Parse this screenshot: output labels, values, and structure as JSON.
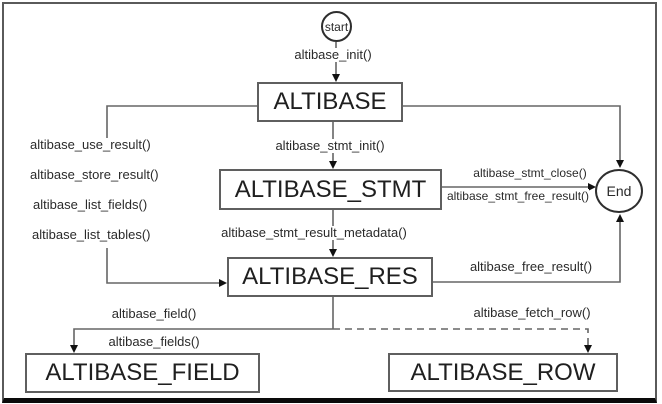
{
  "nodes": {
    "start": "start",
    "end": "End",
    "altibase": "ALTIBASE",
    "stmt": "ALTIBASE_STMT",
    "res": "ALTIBASE_RES",
    "field": "ALTIBASE_FIELD",
    "row": "ALTIBASE_ROW"
  },
  "labels": {
    "init": "altibase_init()",
    "use_result": "altibase_use_result()",
    "store_result": "altibase_store_result()",
    "list_fields": "altibase_list_fields()",
    "list_tables": "altibase_list_tables()",
    "stmt_init": "altibase_stmt_init()",
    "stmt_close": "altibase_stmt_close()",
    "stmt_free_result": "altibase_stmt_free_result()",
    "stmt_result_metadata": "altibase_stmt_result_metadata()",
    "free_result": "altibase_free_result()",
    "field_fn": "altibase_field()",
    "fields_fn": "altibase_fields()",
    "fetch_row": "altibase_fetch_row()"
  },
  "colors": {
    "background": "#ffffff",
    "line": "#666666",
    "box_border": "#5f5f5f",
    "arrow": "#111111",
    "text": "#2a2a2a",
    "frame_border": "#5a5a5a",
    "frame_bottom": "#0a0a0a"
  }
}
